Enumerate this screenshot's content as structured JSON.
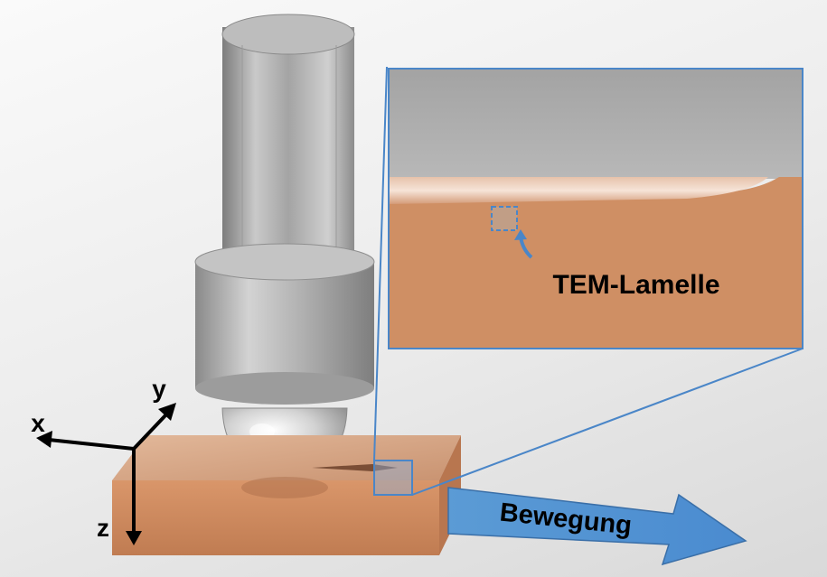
{
  "labels": {
    "tem_lamelle": "TEM-Lamelle",
    "bewegung": "Bewegung"
  },
  "axes": {
    "x": "x",
    "y": "y",
    "z": "z"
  },
  "colors": {
    "copper": "#cf8f64",
    "copper_dark": "#b8764f",
    "steel": "#a9a9a9",
    "zoom_frame": "#4a86c8",
    "arrow_fill": "#5b9bd5",
    "arrow_stroke": "#3a6fa8",
    "axis_color": "#000000"
  }
}
